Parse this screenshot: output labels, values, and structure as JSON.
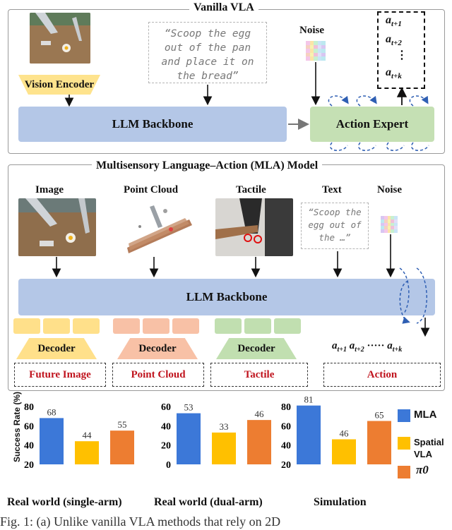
{
  "vanilla": {
    "title": "Vanilla VLA",
    "quote": "“Scoop the egg out of the pan and place it on the bread”",
    "vision_encoder": "Vision Encoder",
    "llm_backbone": "LLM Backbone",
    "noise": "Noise",
    "action_expert": "Action Expert",
    "actions": [
      "a_{t+1}",
      "a_{t+2}",
      "a_{t+k}"
    ],
    "dots": "⋮"
  },
  "mla": {
    "title": "Multisensory Language–Action (MLA) Model",
    "inputs": [
      "Image",
      "Point Cloud",
      "Tactile",
      "Text",
      "Noise"
    ],
    "quote": "“Scoop the egg out of the …”",
    "llm_backbone": "LLM Backbone",
    "decoders": [
      "Decoder",
      "Decoder",
      "Decoder"
    ],
    "outputs": [
      "Future Image",
      "Point Cloud",
      "Tactile",
      "Action"
    ],
    "action_seq": [
      "a_{t+1}",
      "a_{t+2}",
      "·····",
      "a_{t+k}"
    ]
  },
  "colors": {
    "llm": "#b4c7e7",
    "action_expert": "#c5e0b4",
    "vision_encoder": "#fee38d",
    "decoder_yellow": "#ffe08a",
    "decoder_orange": "#f8c1a6",
    "decoder_green": "#c1dfb0",
    "mla_bar": "#3c78d8",
    "spatialvla_bar": "#ffc000",
    "pi0_bar": "#ed7d31",
    "red_text": "#c0141e"
  },
  "chart_data": [
    {
      "type": "bar",
      "categories": [
        "MLA",
        "SpatialVLA",
        "π0"
      ],
      "values": [
        68,
        44,
        55
      ],
      "xlabel": "Real world (single-arm)",
      "ylabel": "Success Rate (%)",
      "ylim": [
        20,
        80
      ],
      "yticks": [
        20,
        40,
        60,
        80
      ]
    },
    {
      "type": "bar",
      "categories": [
        "MLA",
        "SpatialVLA",
        "π0"
      ],
      "values": [
        53,
        33,
        46
      ],
      "xlabel": "Real world (dual-arm)",
      "ylim": [
        0,
        60
      ],
      "yticks": [
        0,
        20,
        40,
        60
      ]
    },
    {
      "type": "bar",
      "categories": [
        "MLA",
        "SpatialVLA",
        "π0"
      ],
      "values": [
        81,
        46,
        65
      ],
      "xlabel": "Simulation",
      "ylim": [
        20,
        80
      ],
      "yticks": [
        20,
        40,
        60,
        80
      ]
    }
  ],
  "legend": [
    {
      "name": "MLA",
      "color": "#3c78d8"
    },
    {
      "name": "Spatial\nVLA",
      "color": "#ffc000"
    },
    {
      "name": "π0",
      "color": "#ed7d31"
    }
  ],
  "caption": "Fig. 1: (a) Unlike vanilla VLA methods that rely on 2D"
}
